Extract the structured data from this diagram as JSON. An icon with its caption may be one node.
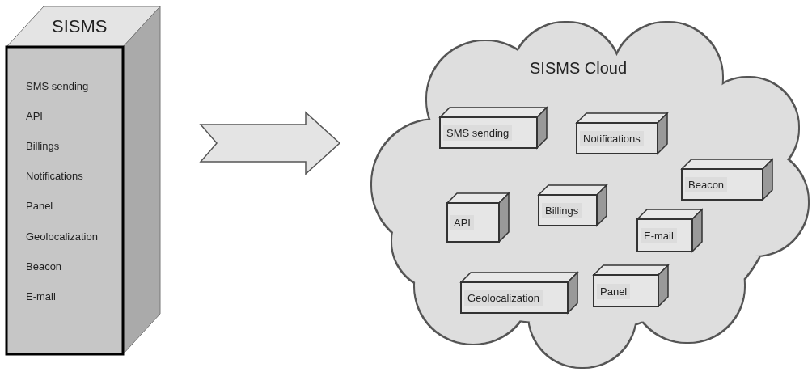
{
  "diagram": {
    "nodes": [
      {
        "text": [
          "SISMS",
          "SMS sending",
          "API",
          "Billings",
          "Notifications",
          "Panel",
          "Geolocalization",
          "Beacon",
          "E-mail"
        ]
      },
      {
        "text": [
          "SISMS Cloud"
        ]
      },
      {
        "text": [
          "SMS sending"
        ],
        "in": 1
      },
      {
        "text": [
          "Notifications"
        ],
        "in": 1
      },
      {
        "text": [
          "Beacon"
        ],
        "in": 1
      },
      {
        "text": [
          "Billings"
        ],
        "in": 1
      },
      {
        "text": [
          "API"
        ],
        "in": 1
      },
      {
        "text": [
          "E-mail"
        ],
        "in": 1
      },
      {
        "text": [
          "Geolocalization"
        ],
        "in": 1
      },
      {
        "text": [
          "Panel"
        ],
        "in": 1
      }
    ],
    "edges": [
      {
        "from": 0,
        "to": 1,
        "arrow": "to",
        "style": "thick"
      }
    ]
  }
}
